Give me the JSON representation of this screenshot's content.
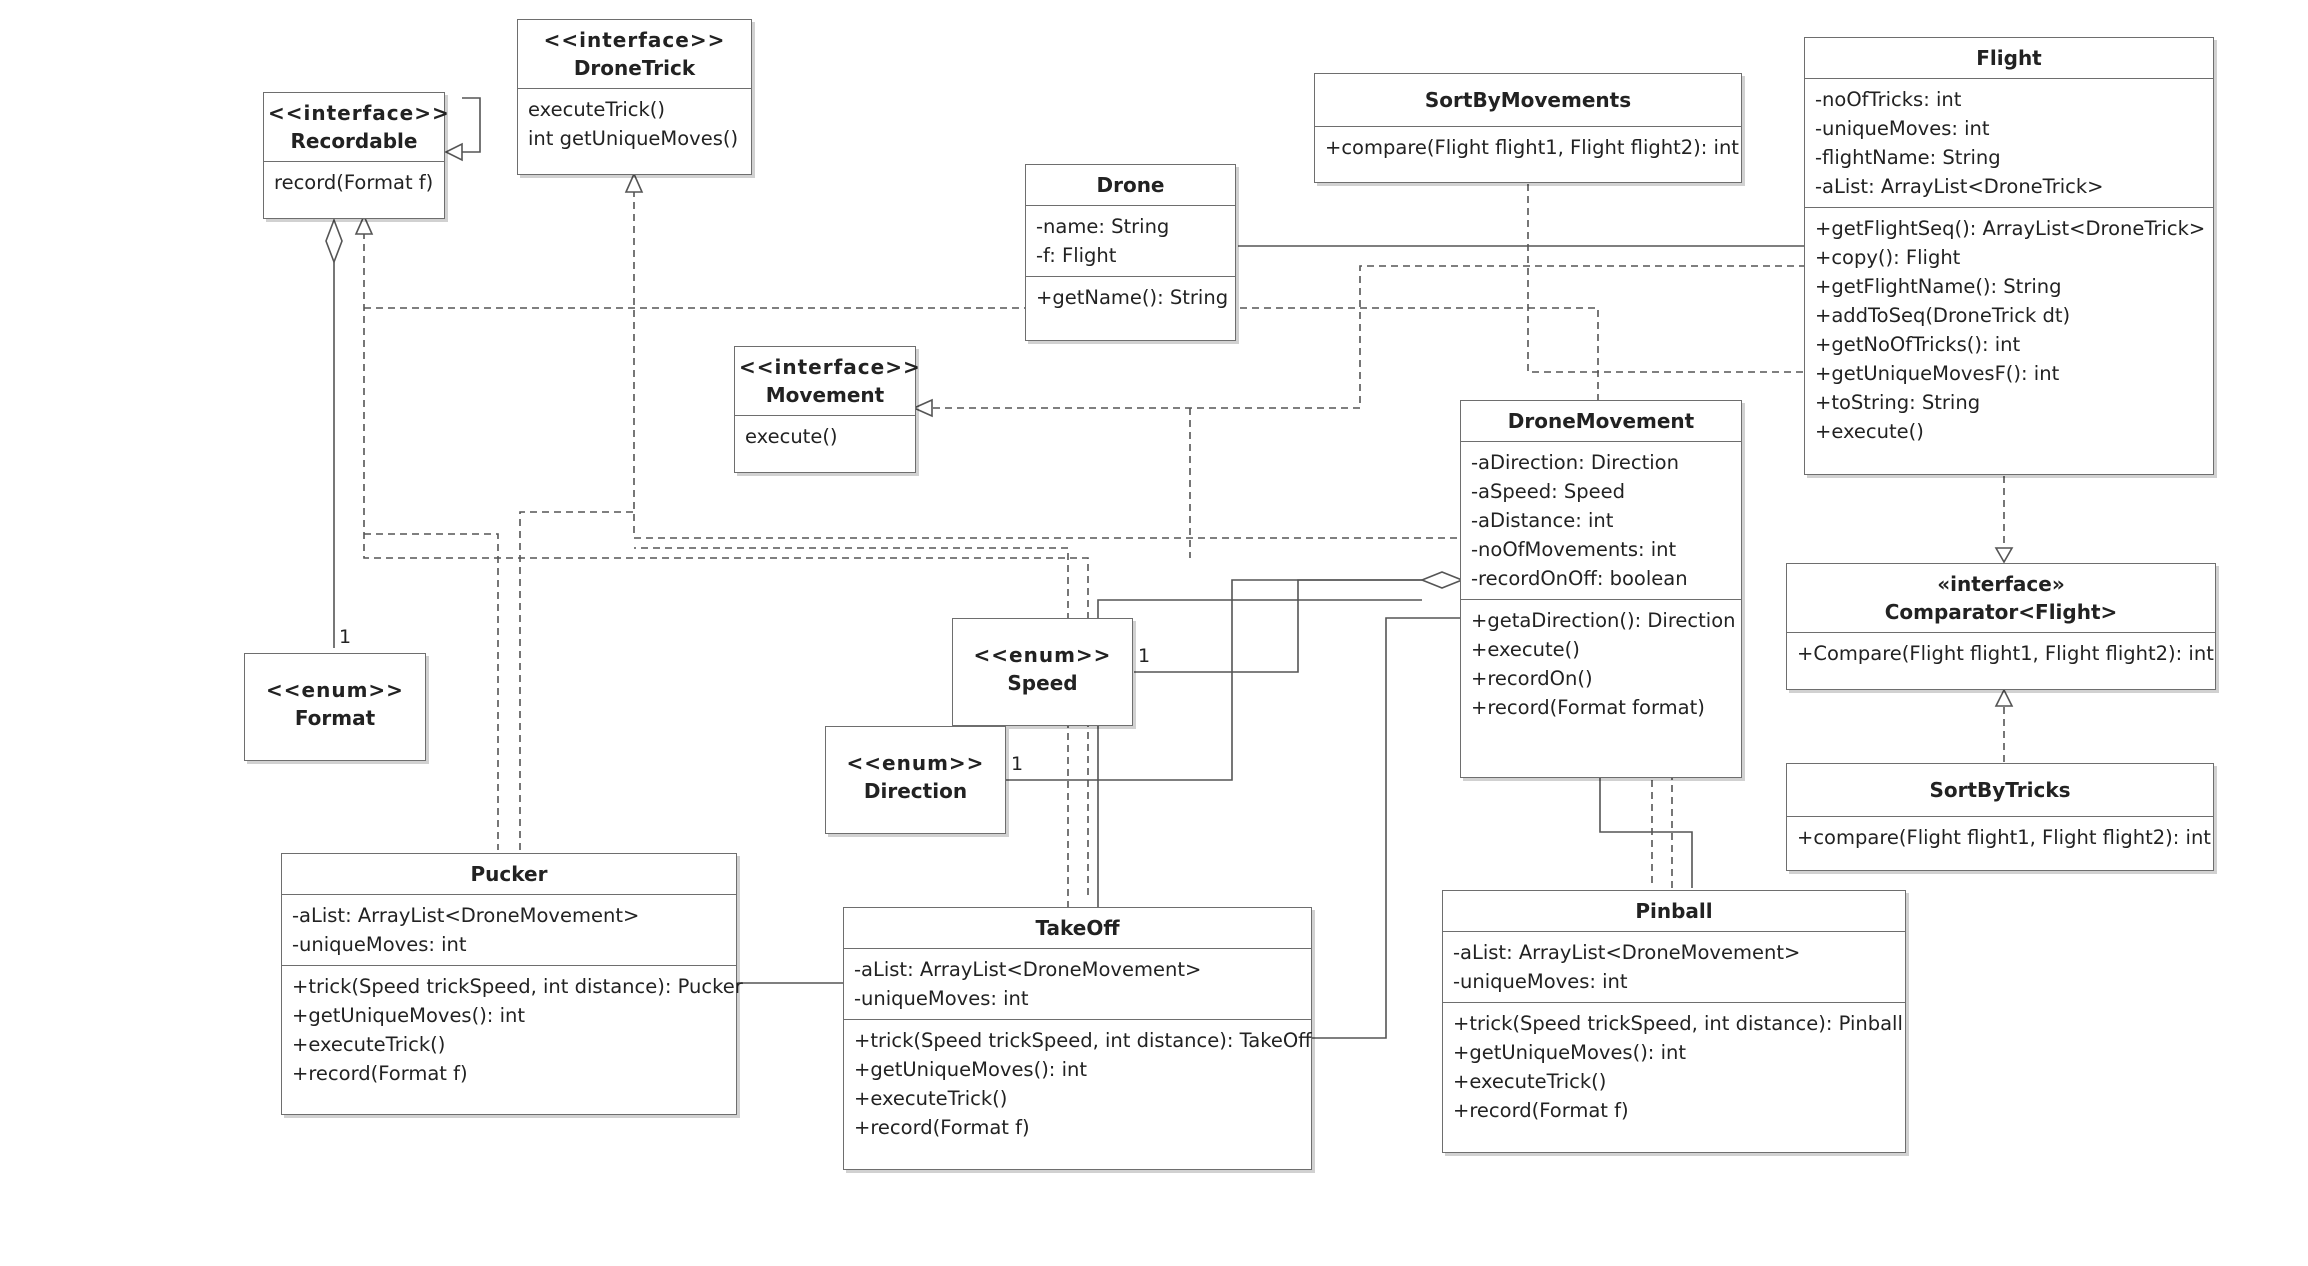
{
  "classes": {
    "dronetrick": {
      "stereotype": "<<interface>>",
      "name": "DroneTrick",
      "methods": [
        "executeTrick()",
        "int getUniqueMoves()"
      ]
    },
    "recordable": {
      "stereotype": "<<interface>>",
      "name": "Recordable",
      "methods": [
        "record(Format f)"
      ]
    },
    "drone": {
      "name": "Drone",
      "attributes": [
        "-name: String",
        "-f: Flight"
      ],
      "methods": [
        "+getName(): String"
      ]
    },
    "sortbymovements": {
      "name": "SortByMovements",
      "methods": [
        "+compare(Flight flight1, Flight flight2): int"
      ]
    },
    "flight": {
      "name": "Flight",
      "attributes": [
        "-noOfTricks: int",
        "-uniqueMoves: int",
        "-flightName: String",
        "-aList: ArrayList<DroneTrick>"
      ],
      "methods": [
        "+getFlightSeq():  ArrayList<DroneTrick>",
        "+copy(): Flight",
        "+getFlightName(): String",
        "+addToSeq(DroneTrick dt)",
        "+getNoOfTricks(): int",
        "+getUniqueMovesF(): int",
        "+toString: String",
        "+execute()"
      ]
    },
    "movement": {
      "stereotype": "<<interface>>",
      "name": "Movement",
      "methods": [
        "execute()"
      ]
    },
    "dronemovement": {
      "name": "DroneMovement",
      "attributes": [
        "-aDirection: Direction",
        "-aSpeed: Speed",
        "-aDistance: int",
        "-noOfMovements: int",
        "-recordOnOff: boolean"
      ],
      "methods": [
        "+getaDirection(): Direction",
        "+execute()",
        "+recordOn()",
        "+record(Format format)"
      ]
    },
    "comparator": {
      "stereotype": "«interface»",
      "name": "Comparator<Flight>",
      "methods": [
        "+Compare(Flight flight1, Flight flight2): int"
      ]
    },
    "speed": {
      "stereotype": "<<enum>>",
      "name": "Speed"
    },
    "format": {
      "stereotype": "<<enum>>",
      "name": "Format"
    },
    "direction": {
      "stereotype": "<<enum>>",
      "name": "Direction"
    },
    "sortbytricks": {
      "name": "SortByTricks",
      "methods": [
        "+compare(Flight flight1, Flight flight2): int"
      ]
    },
    "pucker": {
      "name": "Pucker",
      "attributes": [
        "-aList: ArrayList<DroneMovement>",
        "-uniqueMoves: int"
      ],
      "methods": [
        "+trick(Speed trickSpeed, int distance): Pucker",
        "+getUniqueMoves(): int",
        "+executeTrick()",
        "+record(Format f)"
      ]
    },
    "takeoff": {
      "name": "TakeOff",
      "attributes": [
        "-aList: ArrayList<DroneMovement>",
        "-uniqueMoves: int"
      ],
      "methods": [
        "+trick(Speed trickSpeed, int distance): TakeOff",
        "+getUniqueMoves(): int",
        "+executeTrick()",
        "+record(Format f)"
      ]
    },
    "pinball": {
      "name": "Pinball",
      "attributes": [
        "-aList: ArrayList<DroneMovement>",
        "-uniqueMoves: int"
      ],
      "methods": [
        "+trick(Speed trickSpeed, int distance): Pinball",
        "+getUniqueMoves(): int",
        "+executeTrick()",
        "+record(Format f)"
      ]
    }
  },
  "multiplicities": {
    "format": "1",
    "speed": "1",
    "direction": "1"
  }
}
